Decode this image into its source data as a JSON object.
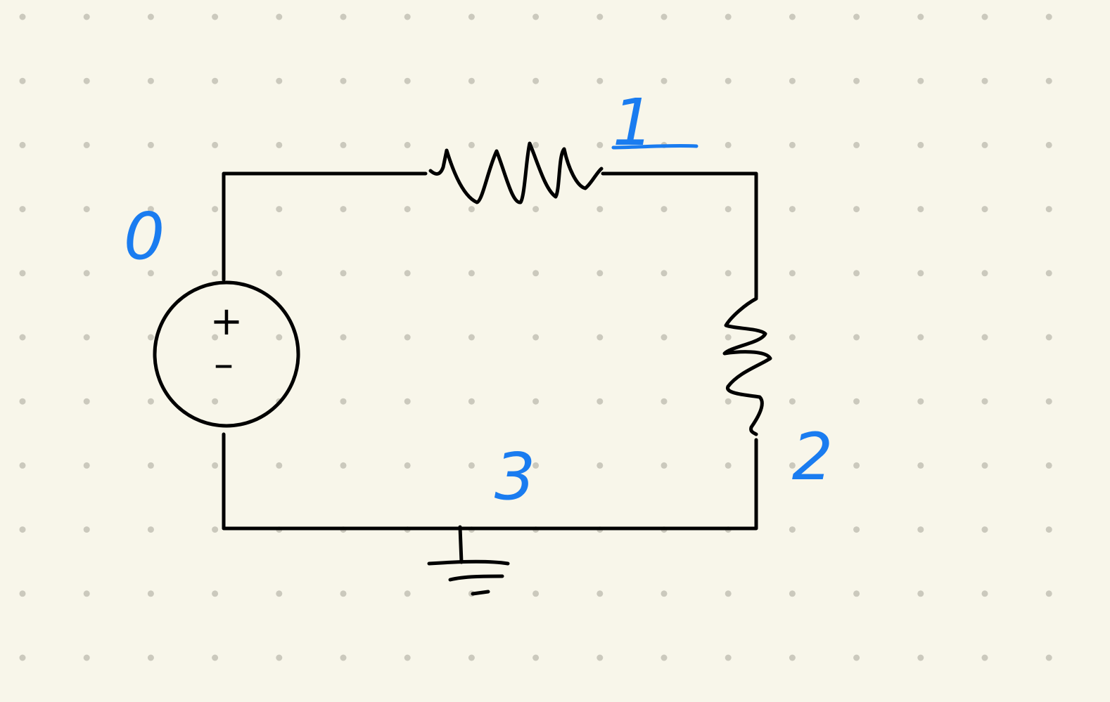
{
  "colors": {
    "background": "#f8f6ea",
    "grid_dot": "#cbc9bd",
    "ink": "#000000",
    "annotation": "#1a7cf0"
  },
  "grid": {
    "visible": true,
    "style": "dots"
  },
  "source": {
    "type": "voltage-source",
    "plus_symbol": "+",
    "minus_symbol": "–"
  },
  "resistors": [
    {
      "id": "r-top",
      "orientation": "horizontal"
    },
    {
      "id": "r-right",
      "orientation": "vertical"
    }
  ],
  "ground": {
    "present": true
  },
  "node_labels": [
    "0",
    "1",
    "2",
    "3"
  ]
}
